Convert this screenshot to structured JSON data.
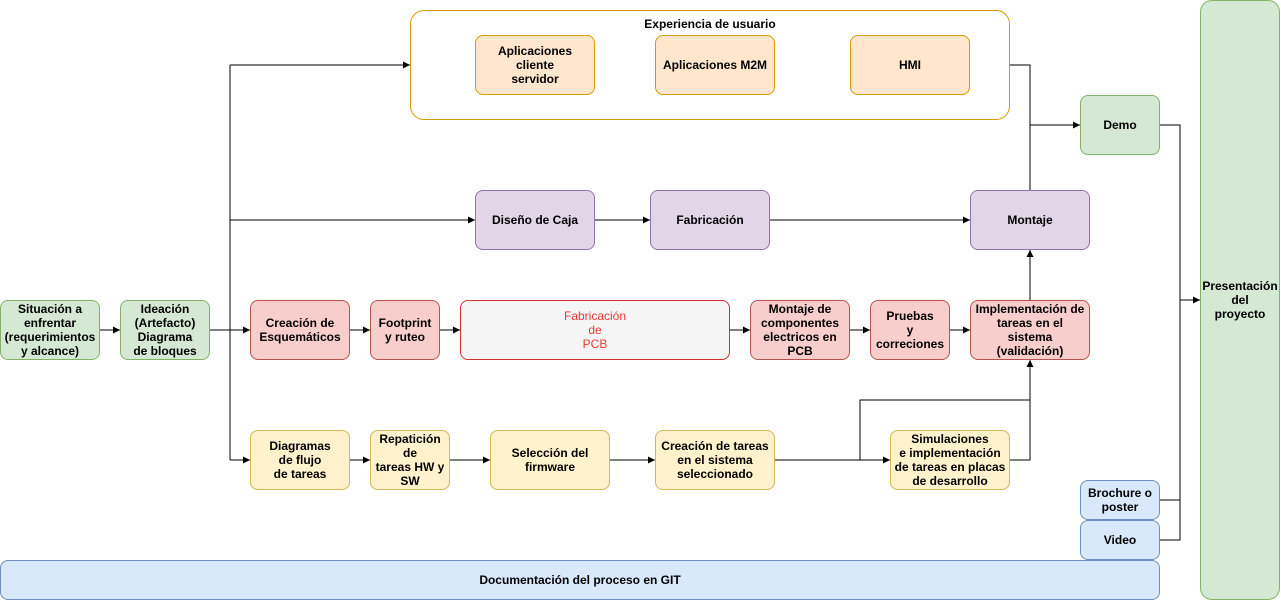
{
  "colors": {
    "green": "#d5e8d4",
    "orange": "#ffe6cc",
    "purple": "#e1d5e7",
    "red": "#f8cecc",
    "yellow": "#fff2cc",
    "blue": "#dae8fc",
    "highlight_text": "#e53935"
  },
  "nodes": {
    "situacion": "Situación a\nenfrentar\n(requerimientos\ny alcance)",
    "ideacion": "Ideación\n(Artefacto)\nDiagrama\nde bloques",
    "experiencia_title": "Experiencia  de usuario",
    "apps_cliente": "Aplicaciones cliente\nservidor",
    "apps_m2m": "Aplicaciones M2M",
    "hmi": "HMI",
    "demo": "Demo",
    "diseno_caja": "Diseño de Caja",
    "fabricacion": "Fabricación",
    "montaje": "Montaje",
    "creacion_esquematicos": "Creación de\nEsquemáticos",
    "footprint": "Footprint\ny ruteo",
    "fab_pcb": "Fabricación\nde\nPCB",
    "montaje_componentes": "Montaje de\ncomponentes\nelectricos en\nPCB",
    "pruebas": "Pruebas\ny\ncorreciones",
    "implementacion": "Implementación de\ntareas en el sistema\n(validación)",
    "diagramas_flujo": "Diagramas\nde flujo\nde tareas",
    "reparticion": "Repatición\nde\ntareas HW y\nSW",
    "seleccion_firmware": "Selección del\nfirmware",
    "creacion_tareas": "Creación de tareas\nen el sistema\nseleccionado",
    "simulaciones": "Simulaciones\ne implementación\nde tareas en placas\nde desarrollo",
    "brochure": "Brochure o\nposter",
    "video": "Video",
    "documentacion": "Documentación del proceso en GIT",
    "presentacion": "Presentación\ndel\nproyecto"
  }
}
